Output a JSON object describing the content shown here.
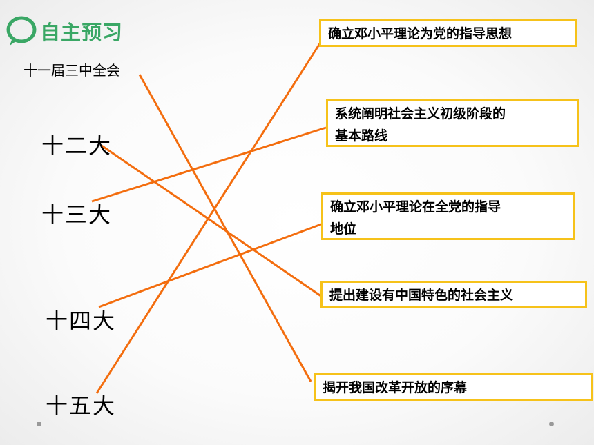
{
  "header": {
    "title": "自主预习",
    "icon": "speech-bubble-icon",
    "color": "#3aa765"
  },
  "terms": [
    {
      "id": "t1",
      "label": "十一届三中全会"
    },
    {
      "id": "t2",
      "label": "十二大"
    },
    {
      "id": "t3",
      "label": "十三大"
    },
    {
      "id": "t4",
      "label": "十四大"
    },
    {
      "id": "t5",
      "label": "十五大"
    }
  ],
  "boxes": [
    {
      "id": "b1",
      "lines": [
        "确立邓小平理论为党的指导思想"
      ]
    },
    {
      "id": "b2",
      "lines": [
        "系统阐明社会主义初级阶段的",
        "基本路线"
      ]
    },
    {
      "id": "b3",
      "lines": [
        "确立邓小平理论在全党的指导",
        "地位"
      ]
    },
    {
      "id": "b4",
      "lines": [
        "提出建设有中国特色的社会主义"
      ]
    },
    {
      "id": "b5",
      "lines": [
        "揭开我国改革开放的序幕"
      ]
    }
  ],
  "connections": [
    {
      "from": "t1",
      "to": "b5"
    },
    {
      "from": "t2",
      "to": "b4"
    },
    {
      "from": "t3",
      "to": "b2"
    },
    {
      "from": "t4",
      "to": "b3"
    },
    {
      "from": "t5",
      "to": "b1"
    }
  ],
  "colors": {
    "line": "#f36d0e",
    "box_border": "#f6c21a"
  }
}
